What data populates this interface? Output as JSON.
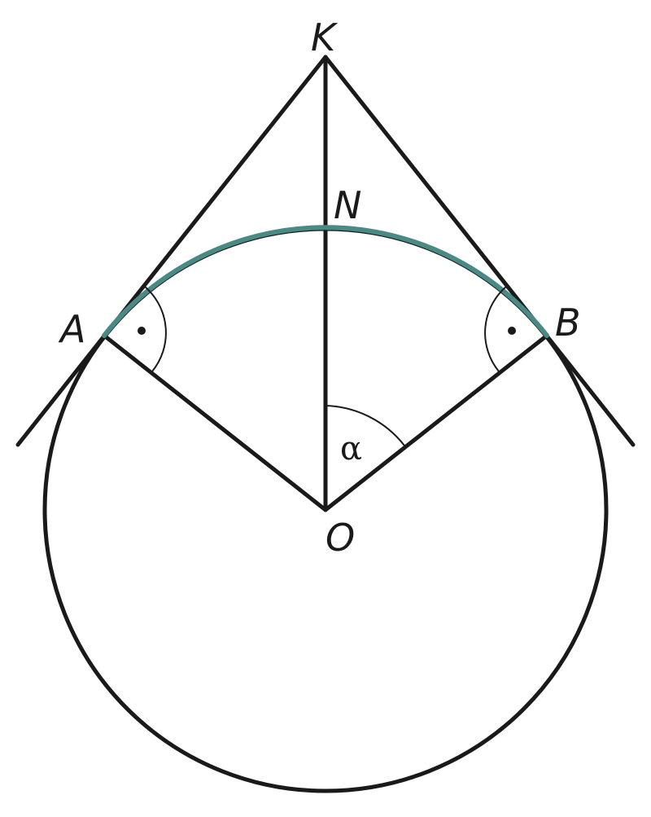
{
  "labels": {
    "K": "K",
    "N": "N",
    "A": "A",
    "B": "B",
    "O": "O",
    "alpha": "α"
  },
  "colors": {
    "line": "#1a1a1a",
    "arc_highlight": "#4a8a84",
    "background": "#ffffff"
  }
}
